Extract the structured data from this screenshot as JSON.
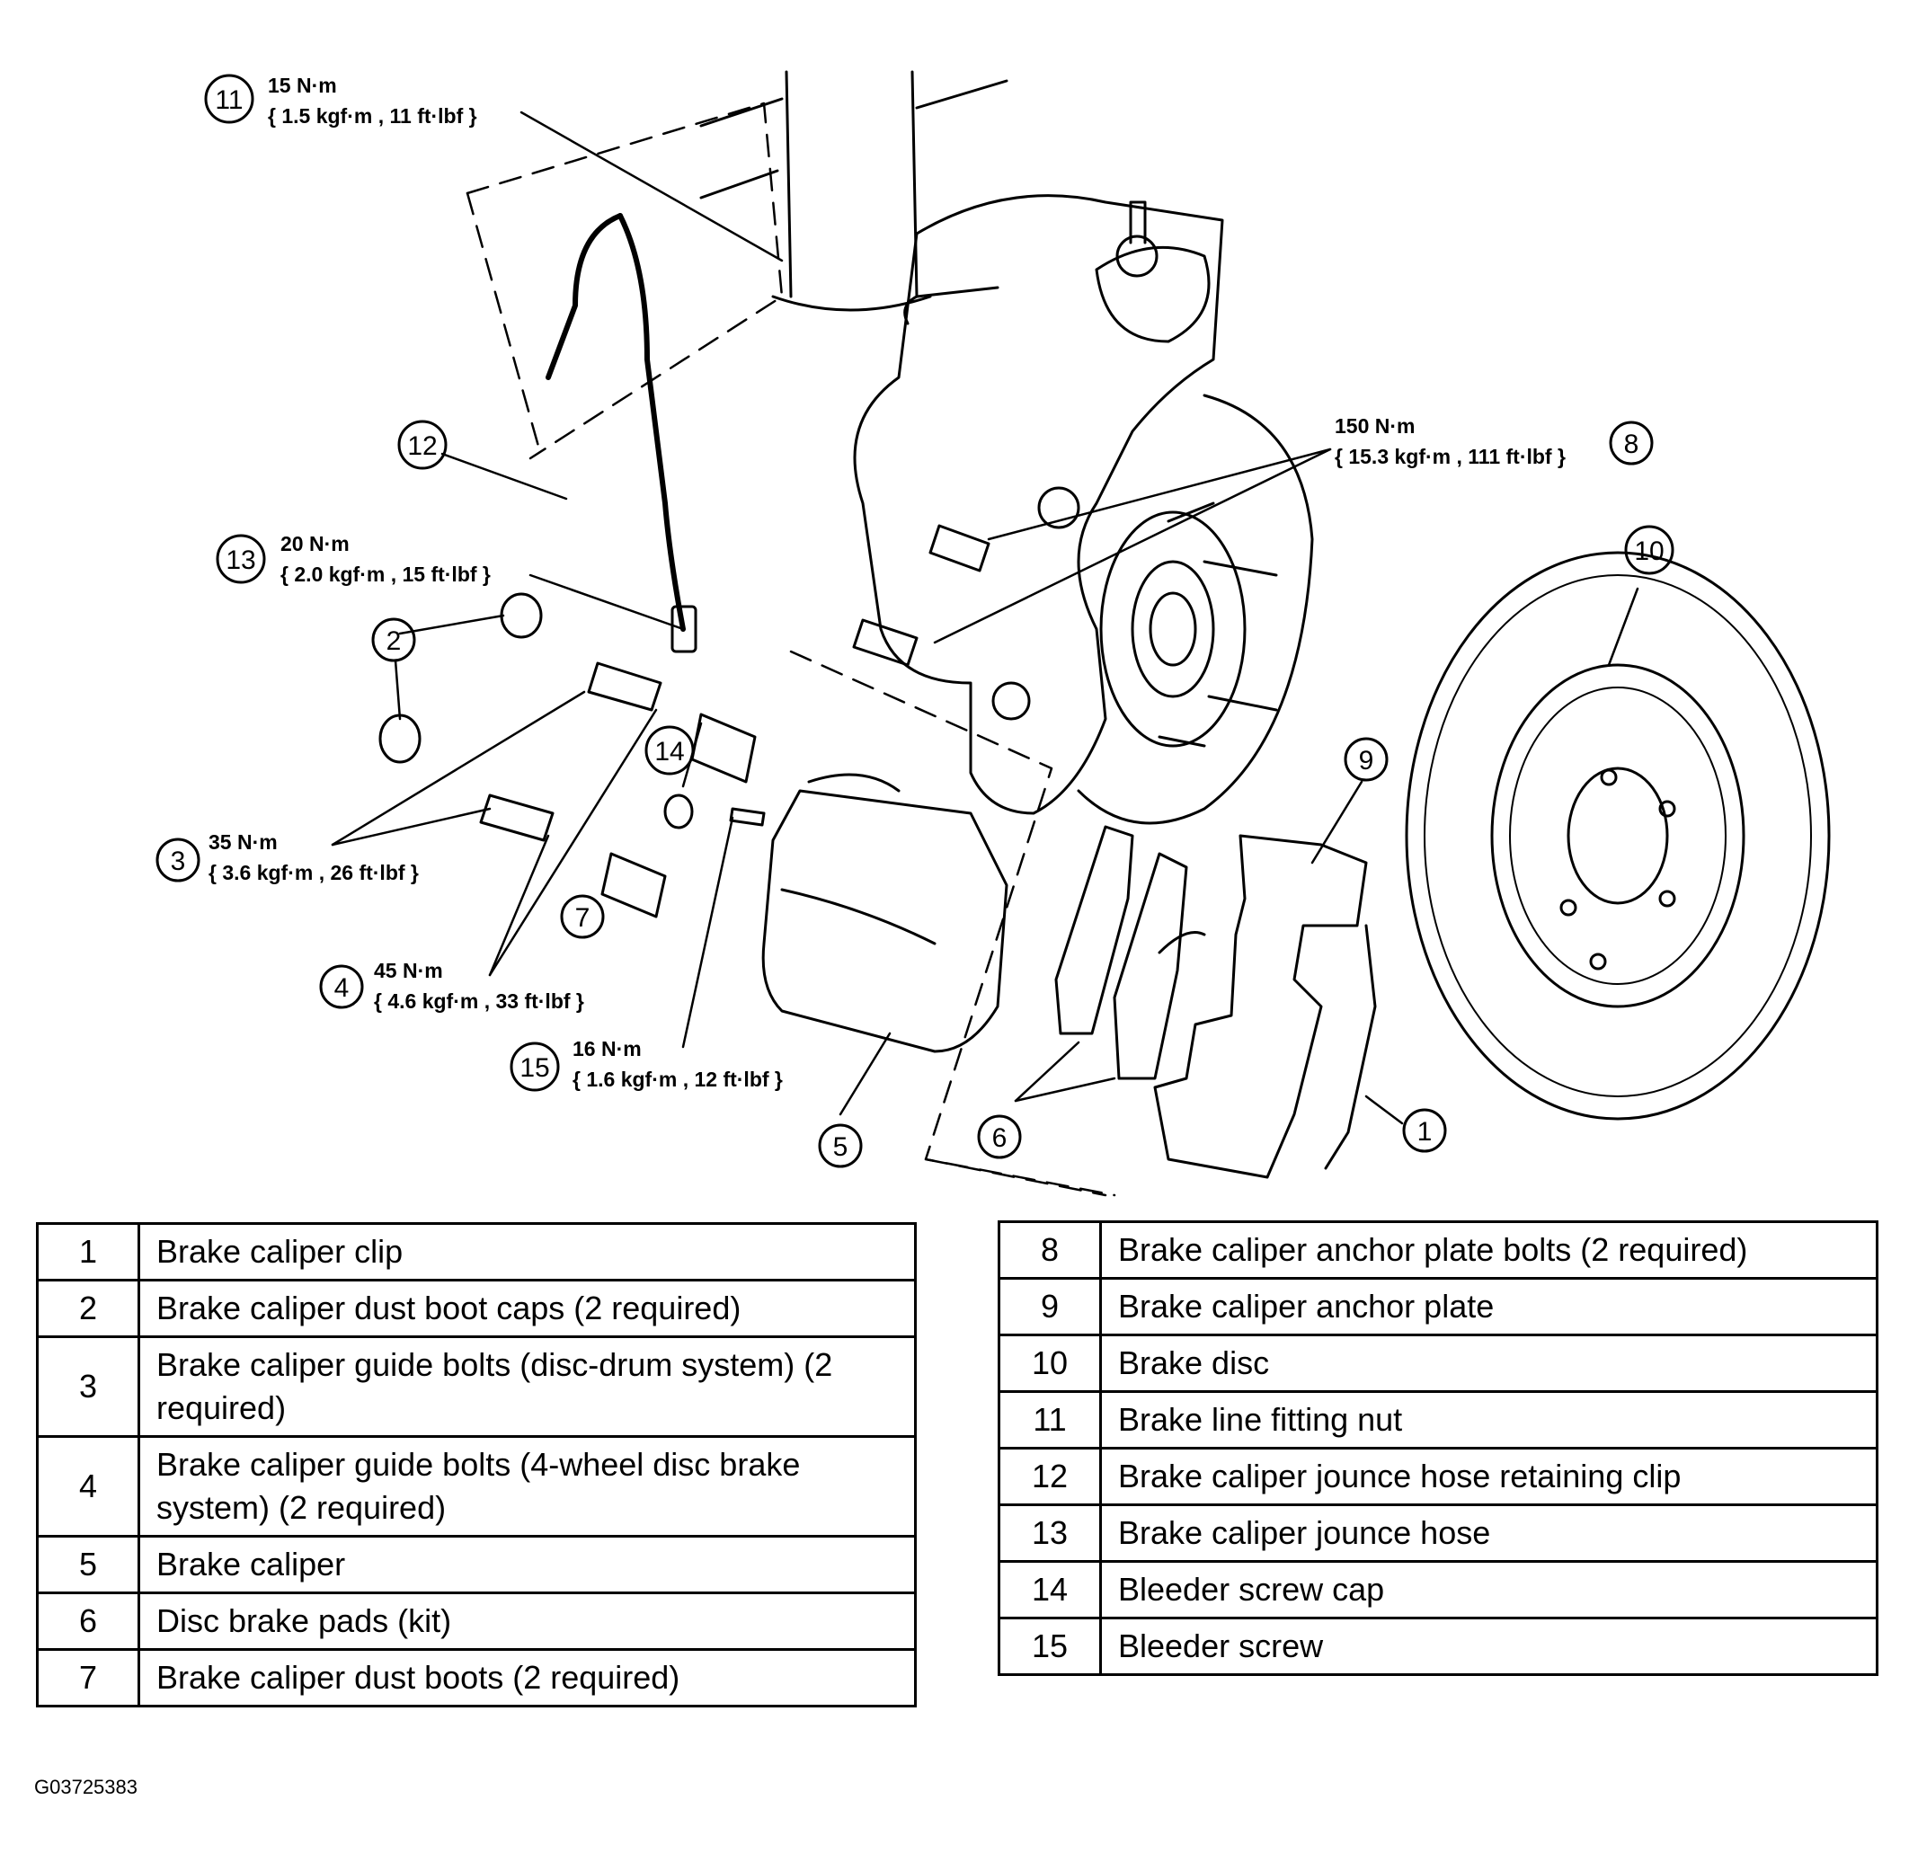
{
  "callouts": [
    {
      "num": "1"
    },
    {
      "num": "2"
    },
    {
      "num": "3"
    },
    {
      "num": "4"
    },
    {
      "num": "5"
    },
    {
      "num": "6"
    },
    {
      "num": "7"
    },
    {
      "num": "8"
    },
    {
      "num": "9"
    },
    {
      "num": "10"
    },
    {
      "num": "11"
    },
    {
      "num": "12"
    },
    {
      "num": "13"
    },
    {
      "num": "14"
    },
    {
      "num": "15"
    }
  ],
  "torque": {
    "c11": {
      "nm": "15 N·m",
      "spec": "{ 1.5 kgf·m , 11 ft·lbf }"
    },
    "c13": {
      "nm": "20 N·m",
      "spec": "{ 2.0 kgf·m , 15 ft·lbf }"
    },
    "c8": {
      "nm": "150 N·m",
      "spec": "{ 15.3 kgf·m , 111 ft·lbf }"
    },
    "c3": {
      "nm": "35 N·m",
      "spec": "{ 3.6 kgf·m , 26 ft·lbf }"
    },
    "c4": {
      "nm": "45 N·m",
      "spec": "{ 4.6 kgf·m , 33 ft·lbf }"
    },
    "c15": {
      "nm": "16 N·m",
      "spec": "{ 1.6 kgf·m , 12 ft·lbf }"
    }
  },
  "legend_left": [
    {
      "num": "1",
      "text": "Brake caliper clip"
    },
    {
      "num": "2",
      "text": "Brake caliper dust boot caps (2 required)"
    },
    {
      "num": "3",
      "text": "Brake caliper guide bolts (disc-drum system) (2 required)"
    },
    {
      "num": "4",
      "text": "Brake caliper guide bolts (4-wheel disc brake system) (2 required)"
    },
    {
      "num": "5",
      "text": "Brake caliper"
    },
    {
      "num": "6",
      "text": "Disc brake pads (kit)"
    },
    {
      "num": "7",
      "text": "Brake caliper dust boots (2 required)"
    }
  ],
  "legend_right": [
    {
      "num": "8",
      "text": "Brake caliper anchor plate bolts (2 required)"
    },
    {
      "num": "9",
      "text": "Brake caliper anchor plate"
    },
    {
      "num": "10",
      "text": "Brake disc"
    },
    {
      "num": "11",
      "text": "Brake line fitting nut"
    },
    {
      "num": "12",
      "text": "Brake caliper jounce hose retaining clip"
    },
    {
      "num": "13",
      "text": "Brake caliper jounce hose"
    },
    {
      "num": "14",
      "text": "Bleeder screw cap"
    },
    {
      "num": "15",
      "text": "Bleeder screw"
    }
  ],
  "figure_id": "G03725383"
}
